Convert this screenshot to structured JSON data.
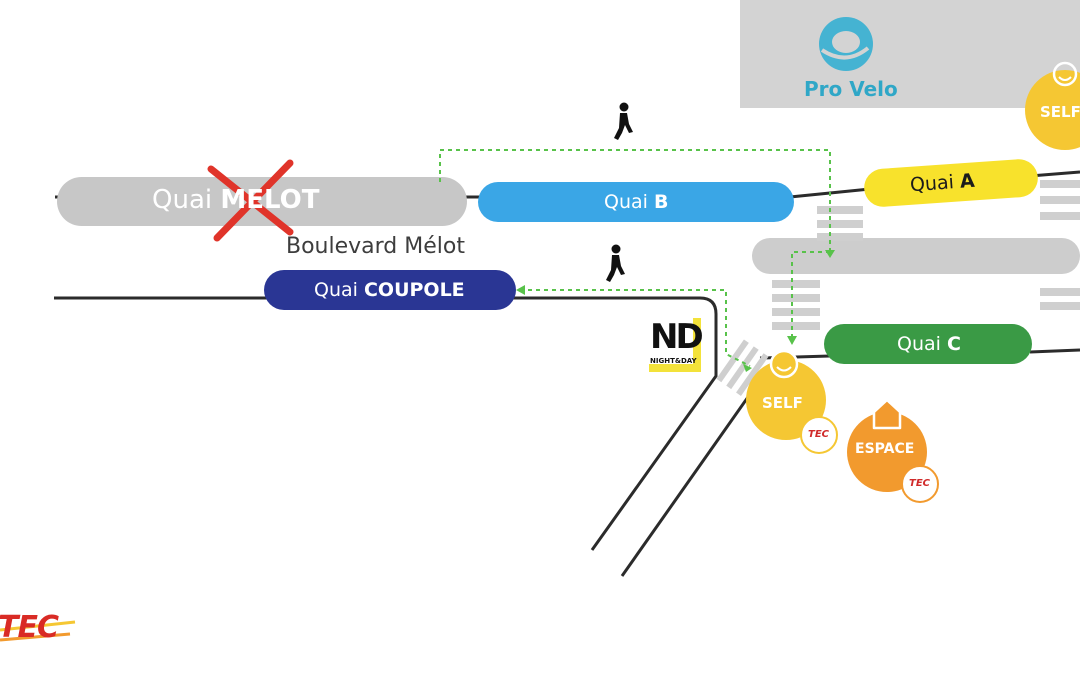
{
  "pro_velo": {
    "label": "Pro Velo"
  },
  "quais": {
    "melot": {
      "prefix": "Quai",
      "name": "MELOT",
      "status": "closed"
    },
    "b": {
      "prefix": "Quai",
      "name": "B"
    },
    "a": {
      "prefix": "Quai",
      "name": "A"
    },
    "coupole": {
      "prefix": "Quai",
      "name": "COUPOLE"
    },
    "c": {
      "prefix": "Quai",
      "name": "C"
    }
  },
  "street": {
    "name": "Boulevard Mélot"
  },
  "shops": {
    "self_top": "SELF",
    "self_main": "SELF",
    "espace": "ESPACE",
    "tec_badge": "TEC",
    "night_day_logo": "ND",
    "night_day_text": "NIGHT&DAY"
  },
  "brand": {
    "logo": "TEC"
  },
  "colors": {
    "quai_melot": "#c7c7c7",
    "quai_b": "#3aa6e6",
    "quai_a": "#f8e22c",
    "quai_coupole": "#2a3694",
    "quai_c": "#3a9a45",
    "self": "#f5c733",
    "espace": "#f29a2e",
    "walk_path": "#58c24a",
    "pro_velo_bg": "#d3d3d3",
    "pro_velo_text": "#2fa7c7",
    "cross": "#e0342a"
  },
  "icons": [
    "pedestrian-icon",
    "pedestrian-icon",
    "pro-velo-logo-icon",
    "smiley-icon",
    "home-icon",
    "closed-cross-icon"
  ]
}
